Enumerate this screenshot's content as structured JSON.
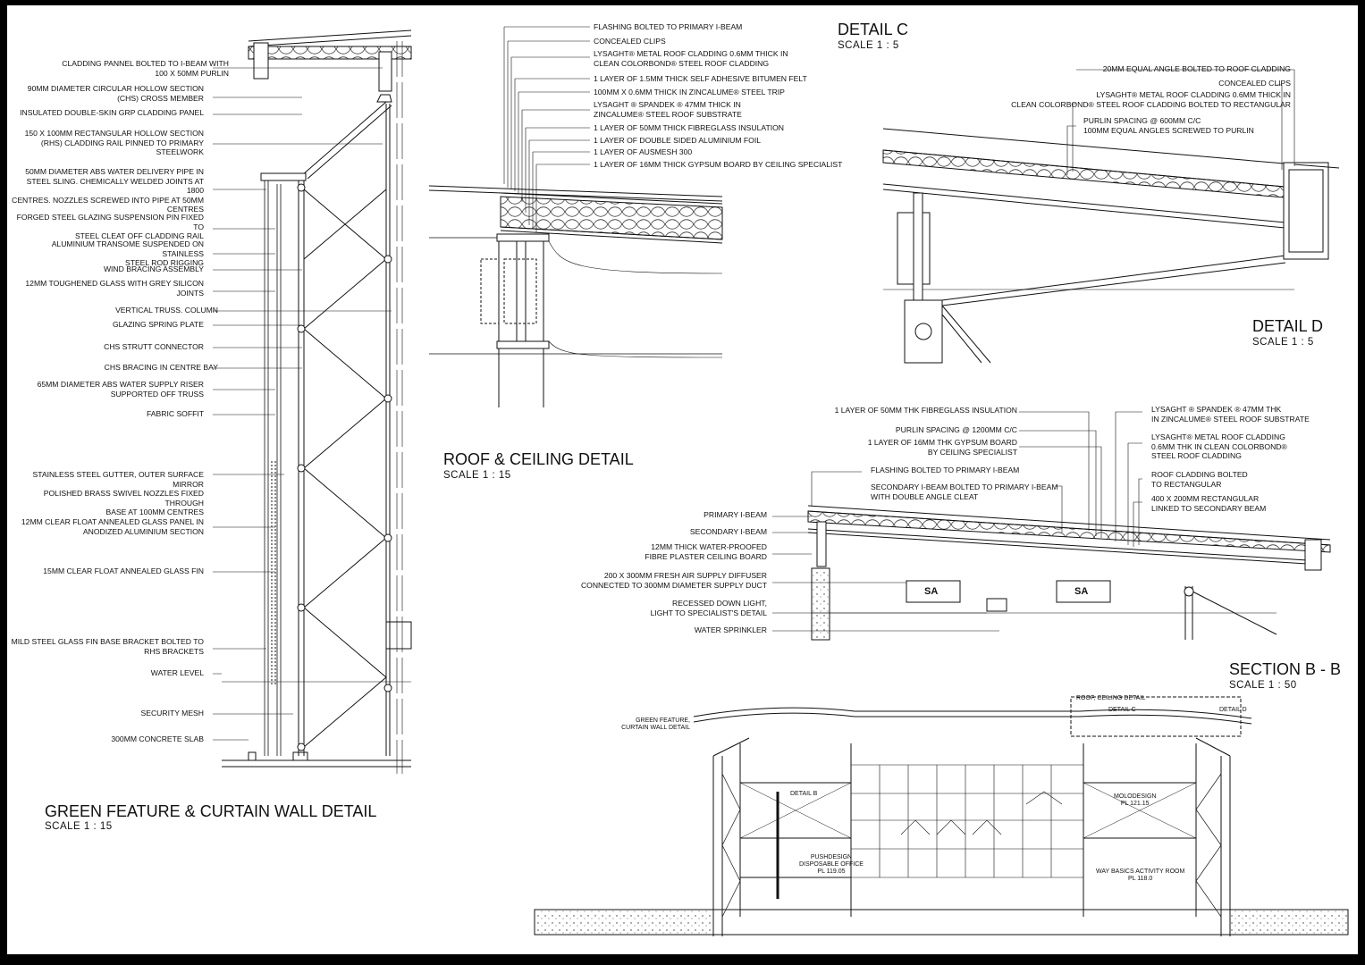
{
  "curtain_wall": {
    "title": "GREEN FEATURE & CURTAIN WALL DETAIL",
    "scale": "SCALE 1 : 15",
    "labels": [
      "CLADDING PANNEL BOLTED TO I-BEAM WITH\n100 x 50mm PURLIN",
      "90mm DIAMETER  CIRCULAR  HOLLOW SECTION\n(CHS) CROSS MEMBER",
      "INSULATED DOUBLE-SKIN GRP CLADDING PANEL",
      "150 x 100mm RECTANGULAR HOLLOW SECTION\n(RHS) CLADDING RAIL PINNED TO PRIMARY\nSTEELWORK",
      "50mm DIAMETER ABS WATER DELIVERY PIPE IN\nSTEEL SLING. CHEMICALLY WELDED JOINTS AT 1800\nCENTRES. NOZZLES SCREWED INTO PIPE AT 50mm\nCENTRES",
      "FORGED STEEL GLAZING SUSPENSION PIN FIXED TO\nSTEEL CLEAT OFF CLADDING RAIL",
      "ALUMINIUM TRANSOME SUSPENDED ON STAINLESS\nSTEEL ROD RIGGING",
      "WIND BRACING ASSEMBLY",
      "12mm TOUGHENED GLASS WITH GREY SILICON\nJOINTS",
      "VERTICAL TRUSS. COLUMN",
      "GLAZING SPRING PLATE",
      "CHS STRUTT CONNECTOR",
      "CHS BRACING IN CENTRE BAY",
      "65mm DIAMETER ABS WATER SUPPLY RISER\nSUPPORTED OFF TRUSS",
      "FABRIC SOFFIT",
      "STAINLESS STEEL GUTTER, OUTER SURFACE MIRROR\nPOLISHED BRASS SWIVEL NOZZLES FIXED THROUGH\nBASE AT 100mm CENTRES",
      "12mm CLEAR FLOAT ANNEALED GLASS PANEL IN\nANODIZED ALUMINIUM SECTION",
      "15mm CLEAR FLOAT ANNEALED GLASS FIN",
      "MILD STEEL GLASS FIN BASE BRACKET BOLTED TO\nRHS BRACKETS",
      "WATER LEVEL",
      "SECURITY MESH",
      "300mm CONCRETE SLAB"
    ]
  },
  "roof_ceiling": {
    "title": "ROOF & CEILING DETAIL",
    "scale": "SCALE 1 : 15",
    "labels": [
      "FLASHING BOLTED TO PRIMARY I-BEAM",
      "CONCEALED CLIPS",
      "LYSAGHT® METAL ROOF CLADDING 0.6mm THICK IN\nCLEAN COLORBOND® STEEL ROOF CLADDING",
      "1 LAYER OF 1.5mm THICK SELF ADHESIVE BITUMEN FELT",
      "100mm X 0.6mm THICK IN ZINCALUME® STEEL TRIP",
      "LYSAGHT ® SPANDEK ® 47mm THICK IN\nZINCALUME® STEEL ROOF SUBSTRATE",
      "1 LAYER OF 50mm THICK FIBREGLASS INSULATION",
      "1 LAYER OF  DOUBLE SIDED ALUMINIUM FOIL",
      "1 LAYER OF AUSMESH 300",
      "1 LAYER OF 16mm THICK GYPSUM BOARD BY CEILING SPECIALIST"
    ]
  },
  "detail_c": {
    "title": "DETAIL C",
    "scale": "SCALE 1 : 5"
  },
  "detail_d": {
    "title": "DETAIL D",
    "scale": "SCALE 1 : 5",
    "labels": [
      "20mm EQUAL ANGLE BOLTED TO ROOF CLADDING",
      "CONCEALED CLIPS",
      "LYSAGHT® METAL ROOF CLADDING 0.6mm THICK IN\nCLEAN COLORBOND® STEEL ROOF CLADDING BOLTED TO RECTANGULAR",
      "PURLIN SPACING @ 600mm C/C\n100mm EQUAL ANGLES SCREWED TO PURLIN"
    ]
  },
  "section_bb_detail": {
    "top_labels": [
      "1 LAYER OF 50mm THK FIBREGLASS INSULATION",
      "PURLIN SPACING @ 1200mm C/C",
      "1 LAYER OF 16mm THK GYPSUM BOARD\nBY CEILING SPECIALIST",
      "FLASHING BOLTED TO PRIMARY I-BEAM",
      "SECONDARY I-BEAM BOLTED TO PRIMARY I-BEAM\nWITH DOUBLE ANGLE CLEAT"
    ],
    "right_labels": [
      "LYSAGHT ® SPANDEK ® 47mm THK\nIN ZINCALUME® STEEL ROOF SUBSTRATE",
      "LYSAGHT® METAL ROOF CLADDING\n0.6mm THK IN CLEAN COLORBOND®\nSTEEL ROOF CLADDING",
      "ROOF CLADDING BOLTED\nTO RECTANGULAR",
      "400 x 200mm RECTANGULAR\nLINKED TO SECONDARY BEAM"
    ],
    "left_labels": [
      "PRIMARY I-BEAM",
      "SECONDARY I-BEAM",
      "12mm THICK WATER-PROOFED\nFIBRE PLASTER CEILING BOARD",
      "200 x 300mm FRESH AIR SUPPLY DIFFUSER\nCONNECTED TO 300mm DIAMETER SUPPLY DUCT",
      "RECESSED DOWN LIGHT,\nLIGHT TO SPECIALIST'S DETAIL",
      "WATER SPRINKLER"
    ],
    "diffuser_tag": "SA"
  },
  "section_bb": {
    "title": "SECTION B - B",
    "scale": "SCALE 1 : 50",
    "callouts": [
      "ROOF, CEILING DETAIL",
      "DETAIL C",
      "DETAIL D",
      "GREEN FEATURE,\nCURTAIN WALL DETAIL",
      "DETAIL B"
    ],
    "rooms": [
      "MOLODESIGN\nPL 121.15",
      "PUSHDESIGN\nDISPOSABLE OFFICE\nPL 119.05",
      "WAY BASICS ACTIVITY ROOM\nPL 118.0"
    ]
  },
  "colors": {
    "sheet": "#ffffff",
    "border": "#000000",
    "ink": "#111111"
  }
}
